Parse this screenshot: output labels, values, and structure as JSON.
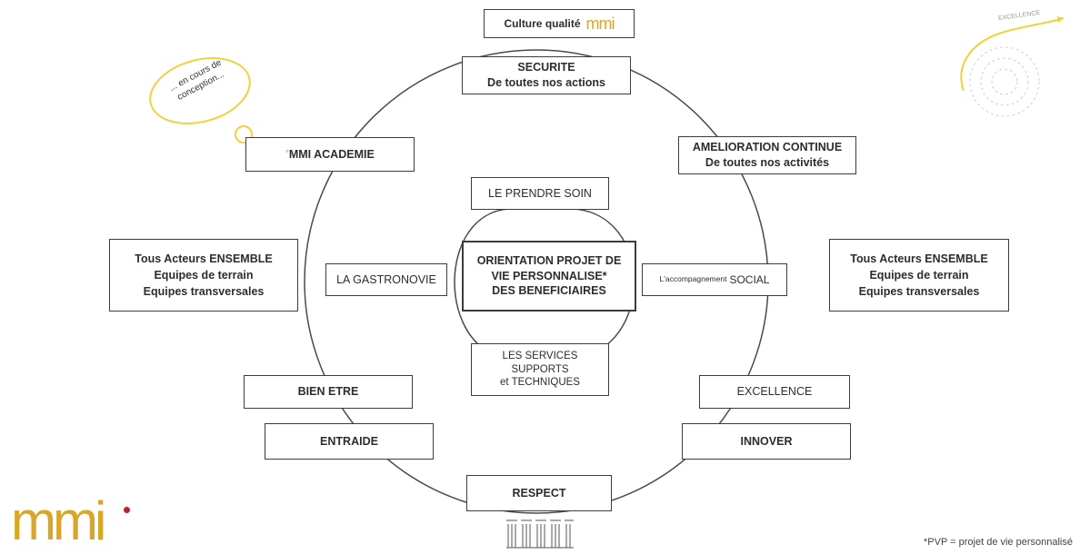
{
  "header": {
    "quality_prefix": "Culture qualité",
    "quality_brand": "mmi"
  },
  "thought_bubble": {
    "text_line1": "... en cours de",
    "text_line2": "conception..."
  },
  "outer_boxes": {
    "securite": [
      "SECURITE",
      "De toutes nos actions"
    ],
    "mmi_academie": "MMI ACADEMIE",
    "amelioration": [
      "AMELIORATION CONTINUE",
      "De toutes nos activités"
    ],
    "bien_etre": "BIEN ETRE",
    "entraide": "ENTRAIDE",
    "respect": "RESPECT",
    "excellence": "EXCELLENCE",
    "innover": "INNOVER"
  },
  "middle_boxes": {
    "gastronovie": "LA GASTRONOVIE",
    "social_prefix": "L'accompagnement",
    "social_word": "SOCIAL",
    "prendre_soin": "LE PRENDRE SOIN",
    "services": [
      "LES SERVICES",
      "SUPPORTS",
      "et TECHNIQUES"
    ]
  },
  "center_box": [
    "ORIENTATION PROJET DE",
    "VIE PERSONNALISE*",
    "DES BENEFICIAIRES"
  ],
  "side_panels": {
    "left": [
      "Tous Acteurs ENSEMBLE",
      "Equipes de terrain",
      "Equipes transversales"
    ],
    "right": [
      "Tous Acteurs ENSEMBLE",
      "Equipes de terrain",
      "Equipes transversales"
    ]
  },
  "top_right_graphic": {
    "label": "EXCELLENCE"
  },
  "footer": {
    "logo_text": "mmi",
    "footnote": "*PVP = projet de vie personnalisé"
  },
  "colors": {
    "brand_gold": "#d9a62a",
    "brand_red": "#b8232f",
    "border": "#3c3c3c"
  }
}
